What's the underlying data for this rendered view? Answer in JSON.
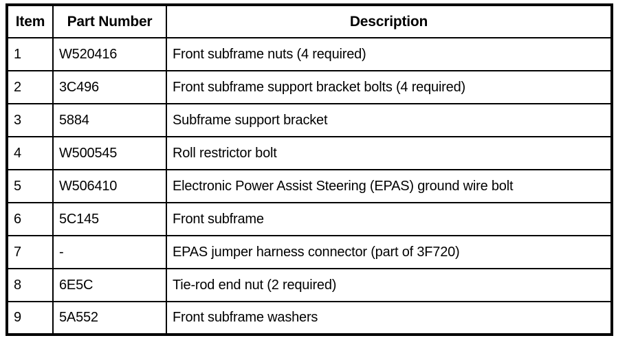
{
  "table": {
    "columns": [
      {
        "key": "item",
        "label": "Item"
      },
      {
        "key": "part_number",
        "label": "Part Number"
      },
      {
        "key": "description",
        "label": "Description"
      }
    ],
    "rows": [
      {
        "item": "1",
        "part_number": "W520416",
        "description": "Front subframe nuts (4 required)"
      },
      {
        "item": "2",
        "part_number": "3C496",
        "description": "Front subframe support bracket bolts (4 required)"
      },
      {
        "item": "3",
        "part_number": "5884",
        "description": "Subframe support bracket"
      },
      {
        "item": "4",
        "part_number": "W500545",
        "description": "Roll restrictor bolt"
      },
      {
        "item": "5",
        "part_number": "W506410",
        "description": "Electronic Power Assist Steering (EPAS) ground wire bolt"
      },
      {
        "item": "6",
        "part_number": "5C145",
        "description": "Front subframe"
      },
      {
        "item": "7",
        "part_number": "-",
        "description": "EPAS jumper harness connector (part of 3F720)"
      },
      {
        "item": "8",
        "part_number": "6E5C",
        "description": "Tie-rod end nut (2 required)"
      },
      {
        "item": "9",
        "part_number": "5A552",
        "description": "Front subframe washers"
      }
    ]
  },
  "colors": {
    "rule": "#000000",
    "text": "#000000",
    "background": "#ffffff"
  }
}
